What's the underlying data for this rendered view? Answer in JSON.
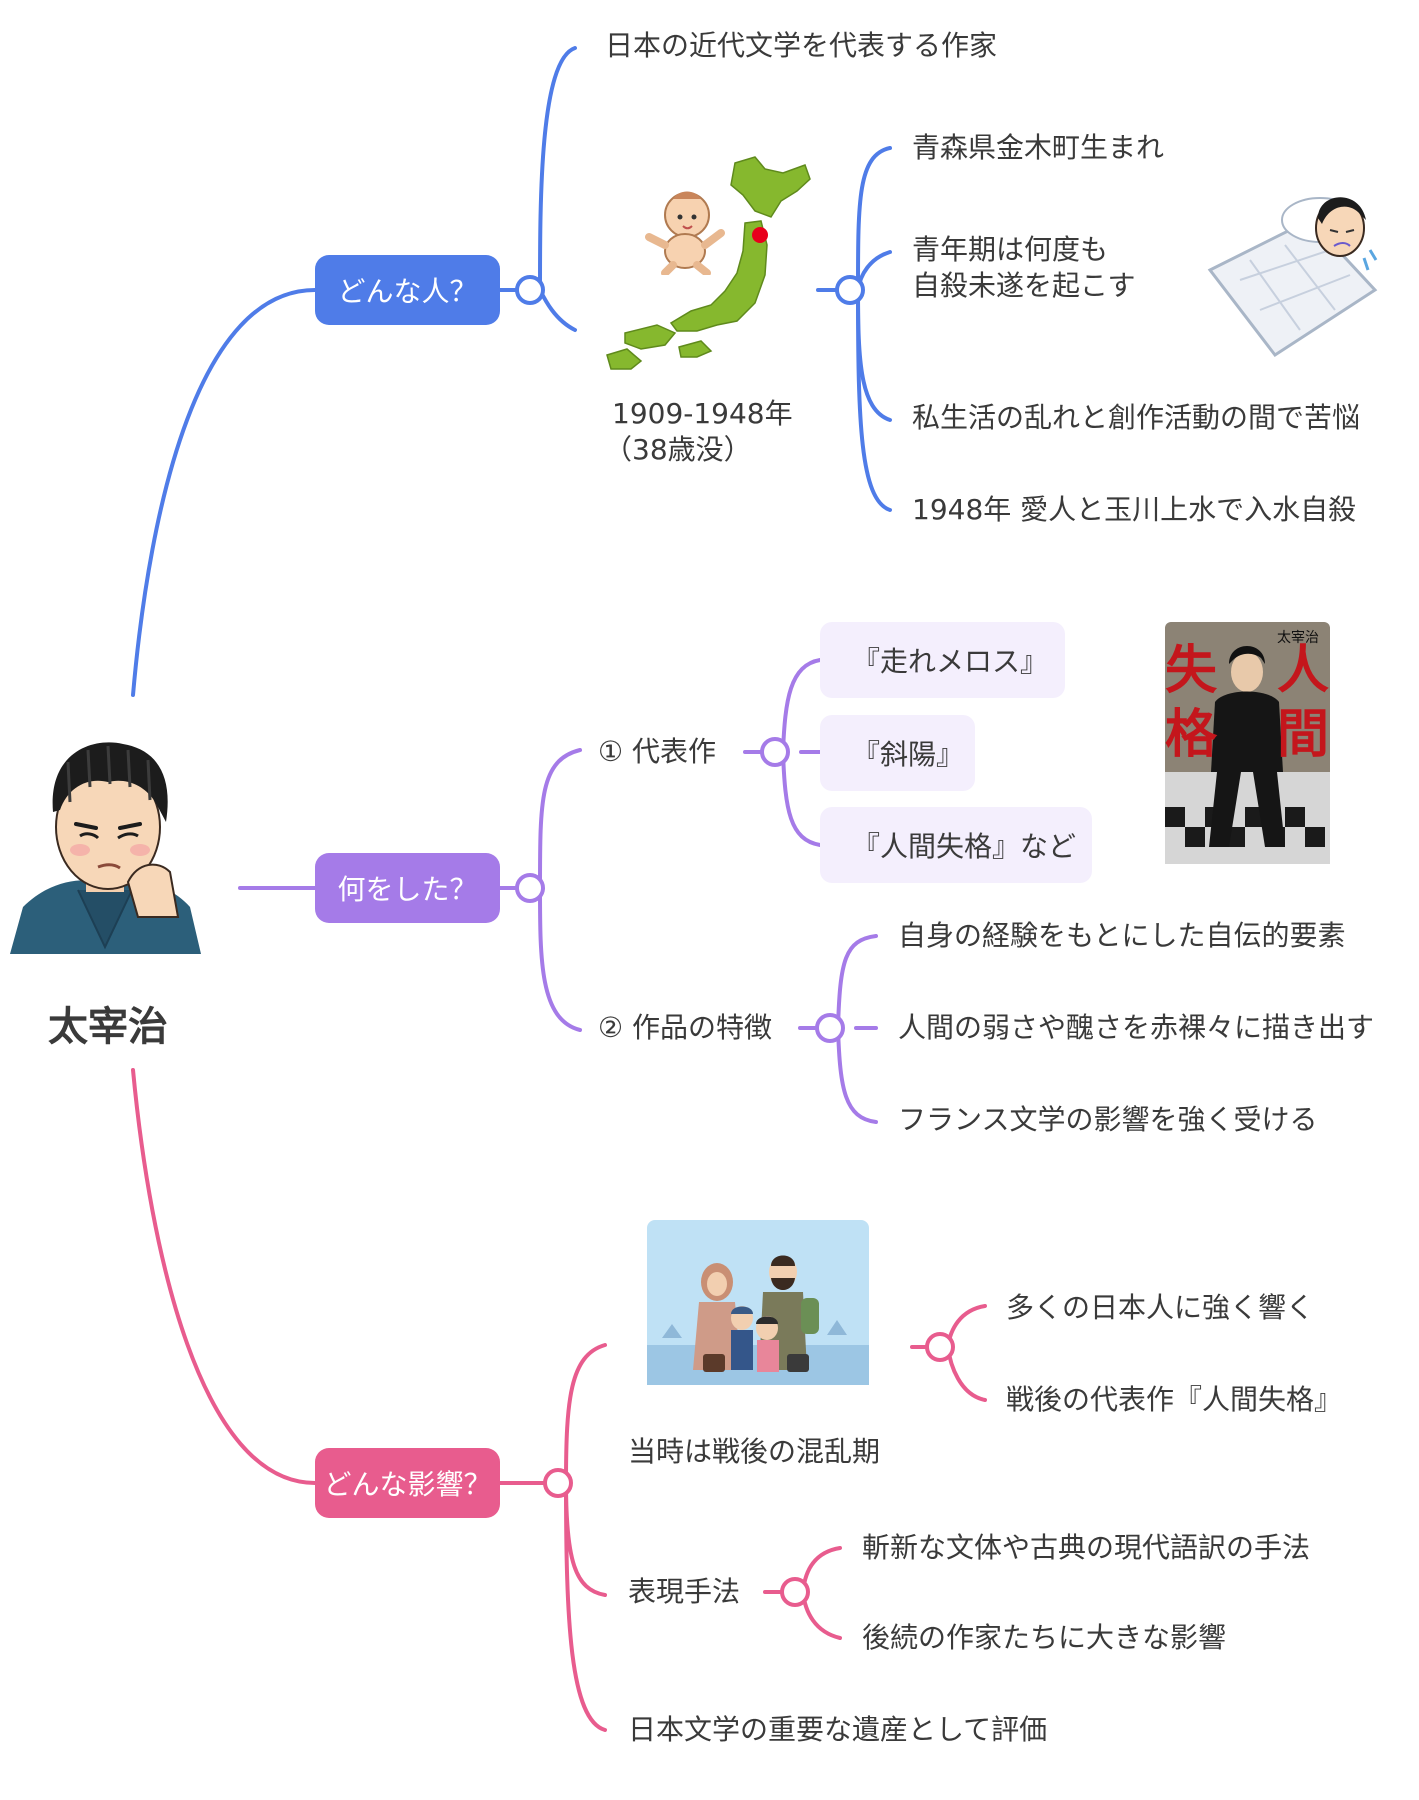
{
  "root": {
    "label": "太宰治"
  },
  "branch_who": {
    "label": "どんな人？",
    "intro": "日本の近代文学を代表する作家",
    "years": "1909-1948年",
    "age": "（38歳没）",
    "facts": [
      "青森県金木町生まれ",
      "青年期は何度も",
      "自殺未遂を起こす",
      "私生活の乱れと創作活動の間で苦悩",
      "1948年 愛人と玉川上水で入水自殺"
    ]
  },
  "branch_what": {
    "label": "何をした？",
    "works_title": "① 代表作",
    "works": [
      "『走れメロス』",
      "『斜陽』",
      "『人間失格』など"
    ],
    "book_cover": {
      "author": "太宰治",
      "title_chars": [
        "人",
        "間",
        "失",
        "格"
      ]
    },
    "features_title": "② 作品の特徴",
    "features": [
      "自身の経験をもとにした自伝的要素",
      "人間の弱さや醜さを赤裸々に描き出す",
      "フランス文学の影響を強く受ける"
    ]
  },
  "branch_impact": {
    "label": "どんな影響？",
    "era": "当時は戦後の混乱期",
    "era_items": [
      "多くの日本人に強く響く",
      "戦後の代表作『人間失格』"
    ],
    "method_title": "表現手法",
    "method_items": [
      "斬新な文体や古典の現代語訳の手法",
      "後続の作家たちに大きな影響"
    ],
    "legacy": "日本文学の重要な遺産として評価"
  },
  "colors": {
    "blue": "#4f7ce8",
    "purple": "#a57be8",
    "pink": "#e85c8e",
    "pill_bg": "#f4effd"
  },
  "icons": [
    "man-portrait-icon",
    "japan-map-icon",
    "baby-icon",
    "sick-in-bed-icon",
    "book-cover-icon",
    "refugee-family-icon"
  ]
}
